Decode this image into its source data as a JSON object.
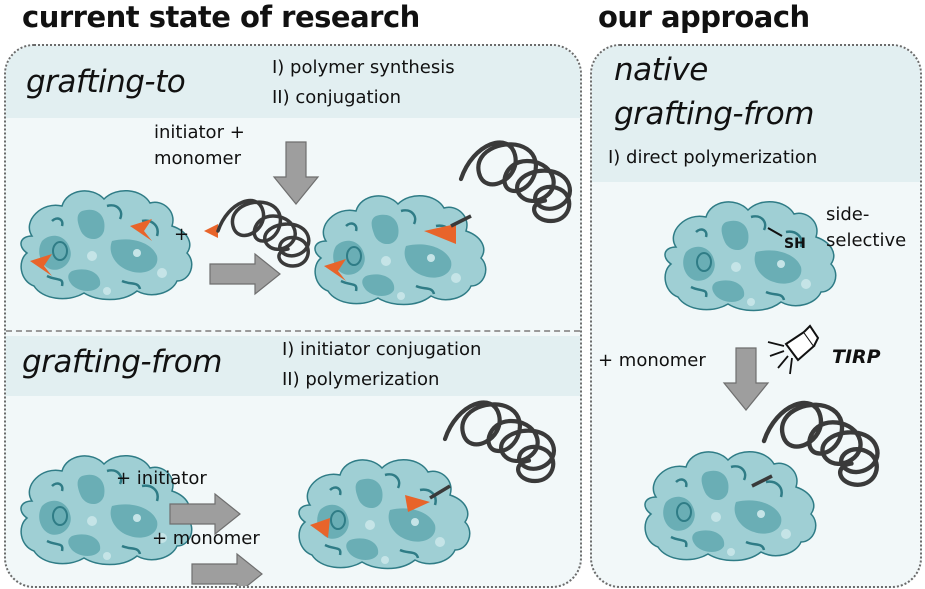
{
  "left": {
    "title": "current state of research",
    "grafting_to": {
      "method": "grafting-to",
      "steps": [
        "I) polymer synthesis",
        "II) conjugation"
      ],
      "reagent_label_line1": "initiator +",
      "reagent_label_line2": "monomer",
      "plus": "+"
    },
    "grafting_from": {
      "method": "grafting-from",
      "steps": [
        "I) initiator conjugation",
        "II) polymerization"
      ],
      "step1_label": "+ initiator",
      "step2_label": "+ monomer"
    }
  },
  "right": {
    "title": "our approach",
    "method_line1": "native",
    "method_line2": "grafting-from",
    "steps": [
      "I) direct polymerization"
    ],
    "side_label_line1": "side-",
    "side_label_line2": "selective",
    "thiol": "SH",
    "reagent_label": "+ monomer",
    "light_label": "TIRP"
  },
  "colors": {
    "protein_light": "#9fcfd4",
    "protein_mid": "#6aaeb5",
    "protein_dark": "#2f7c86",
    "initiator": "#e8642a",
    "polymer": "#3a3a3a",
    "arrow": "#9e9e9e",
    "panel_bg": "#f2f8f9",
    "band_bg": "#e2eff1"
  }
}
